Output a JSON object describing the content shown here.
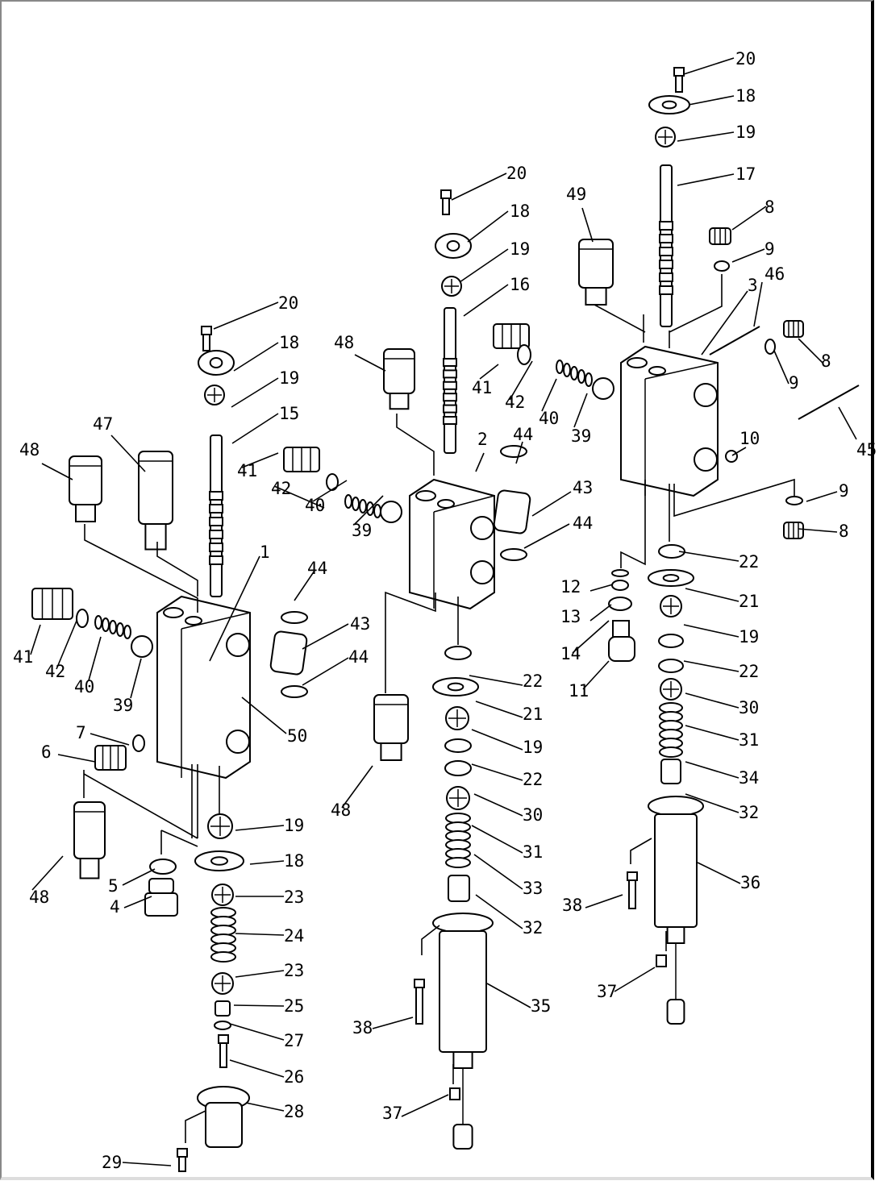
{
  "diagram": {
    "title": "",
    "type": "exploded-parts-diagram",
    "callouts": [
      "20",
      "18",
      "19",
      "17",
      "49",
      "8",
      "9",
      "46",
      "3",
      "8",
      "9",
      "45",
      "10",
      "9",
      "8",
      "20",
      "18",
      "19",
      "16",
      "48",
      "41",
      "42",
      "40",
      "39",
      "2",
      "44",
      "43",
      "44",
      "22",
      "21",
      "19",
      "22",
      "30",
      "31",
      "33",
      "32",
      "35",
      "38",
      "37",
      "48",
      "12",
      "13",
      "14",
      "11",
      "22",
      "21",
      "19",
      "22",
      "30",
      "31",
      "34",
      "32",
      "36",
      "38",
      "37",
      "20",
      "18",
      "19",
      "15",
      "47",
      "48",
      "41",
      "42",
      "40",
      "39",
      "1",
      "44",
      "43",
      "44",
      "50",
      "41",
      "42",
      "40",
      "39",
      "7",
      "6",
      "48",
      "5",
      "4",
      "19",
      "18",
      "23",
      "24",
      "23",
      "25",
      "27",
      "26",
      "28",
      "29"
    ]
  }
}
